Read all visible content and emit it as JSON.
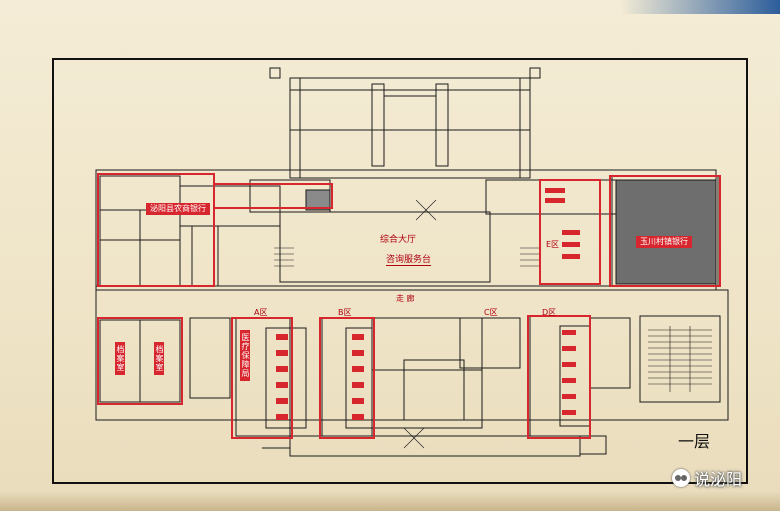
{
  "plan": {
    "rooms": {
      "bank_nongshang": "泌阳县农商银行",
      "bank_yuchuan": "玉川村镇银行",
      "main_hall": "综合大厅",
      "info_desk": "咨询服务台",
      "corridor": "走 廊",
      "archive_1": "档案室",
      "archive_2": "档案室",
      "medical": "医疗保障局",
      "zone_a": "A区",
      "zone_b": "B区",
      "zone_c": "C区",
      "zone_d": "D区",
      "zone_e": "E区"
    },
    "floor_label": "一层"
  },
  "watermark": {
    "text": "说泌阳",
    "icon": "wechat-icon"
  },
  "colors": {
    "accent_red": "#d7262d",
    "line": "#1a1a1a",
    "paper": "#f4ecd6"
  }
}
